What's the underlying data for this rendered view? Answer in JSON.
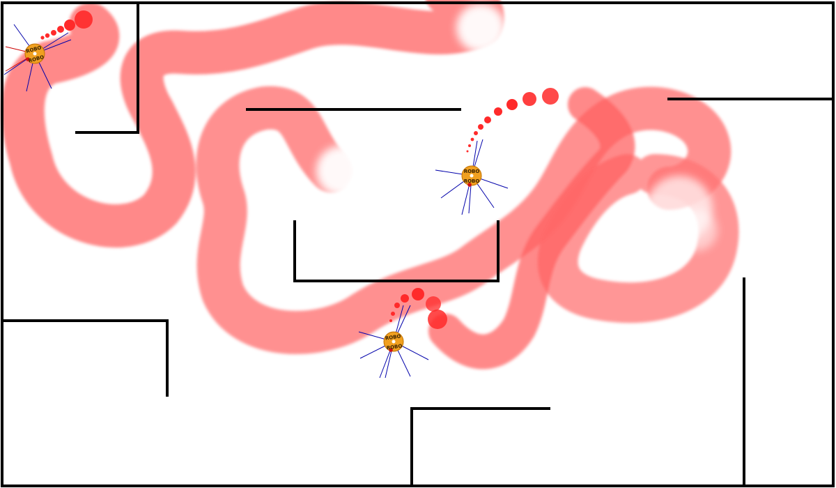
{
  "scene": {
    "type": "robot-simulation-arena",
    "background": "#ffffff",
    "wall_color": "#000000",
    "trail_color": "#ff4d4d",
    "trail_head_color": "#ff2a2a",
    "robot_body_color": "#f0a020",
    "sensor_ray_color": "#0000aa",
    "active_sensor_ray_color": "#cc0000",
    "robot_count": 3
  },
  "robots": [
    {
      "id": "robot-1",
      "label_top": "ROBO",
      "label_bottom": "ROBO"
    },
    {
      "id": "robot-2",
      "label_top": "ROBO",
      "label_bottom": "ROBO"
    },
    {
      "id": "robot-3",
      "label_top": "ROBO",
      "label_bottom": "ROBO"
    }
  ]
}
